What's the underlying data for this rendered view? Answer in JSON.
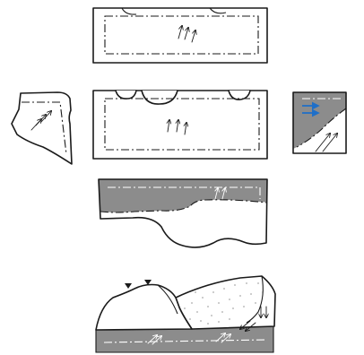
{
  "colors": {
    "outline": "#1a1a1a",
    "fill_gray": "#8c8c8c",
    "paper": "#ffffff",
    "accent_blue": "#1f6fc8"
  },
  "panels": [
    {
      "id": "top-slab",
      "icon": "triple-arrow-icon"
    },
    {
      "id": "left-fragment",
      "icon": "triple-arrow-icon"
    },
    {
      "id": "middle-slab",
      "icon": "triple-arrow-icon"
    },
    {
      "id": "right-fragment",
      "icon": "blue-double-arrow-icon"
    },
    {
      "id": "gray-slab",
      "icon": "double-arrow-icon"
    },
    {
      "id": "block-diagram",
      "icon": "triangle-marker-icon"
    }
  ]
}
